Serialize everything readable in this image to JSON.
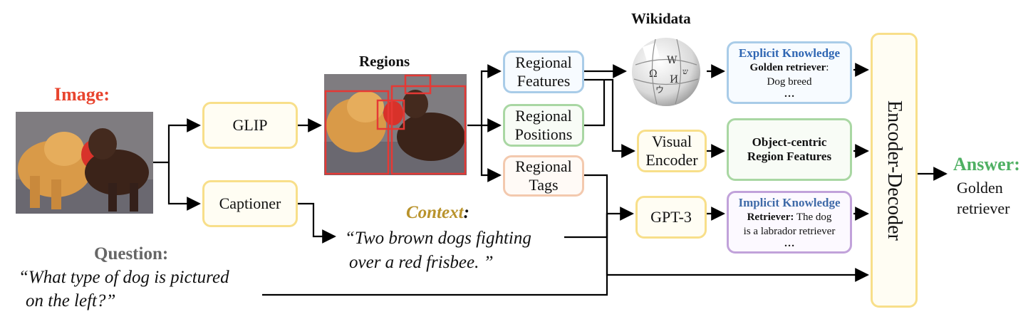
{
  "diagram": {
    "image_label": "Image:",
    "regions_label": "Regions",
    "wikidata_label": "Wikidata",
    "glip": "GLIP",
    "captioner": "Captioner",
    "regional_features": [
      "Regional",
      "Features"
    ],
    "regional_positions": [
      "Regional",
      "Positions"
    ],
    "regional_tags": [
      "Regional",
      "Tags"
    ],
    "visual_encoder": [
      "Visual",
      "Encoder"
    ],
    "gpt3": "GPT-3",
    "explicit": {
      "title": "Explicit Knowledge",
      "bold": "Golden retriever",
      "rest": ":",
      "line2": "Dog breed",
      "ellipsis": "…"
    },
    "object_centric": [
      "Object-centric",
      "Region Features"
    ],
    "implicit": {
      "title": "Implicit Knowledge",
      "bold": "Retriever:",
      "rest": " The dog",
      "line2": "is a labrador retriever",
      "ellipsis": "…"
    },
    "encoder_decoder": "Encoder-Decoder",
    "answer_label": "Answer:",
    "answer_text": [
      "Golden",
      "retriever"
    ],
    "context_label": "Context",
    "context_colon": ":",
    "context_text": [
      "“Two brown dogs fighting",
      "over a red frisbee. ”"
    ],
    "question_label": "Question:",
    "question_text": [
      "“What type of dog is pictured",
      "on the left?”"
    ]
  },
  "colors": {
    "image_label": "#e8452f",
    "context_label": "#b9932c",
    "question_label": "#666666",
    "answer_label": "#4fb063",
    "knowledge_title": "#2f66b3",
    "implicit_title": "#3f6aa8",
    "region_box": "#e53935"
  }
}
